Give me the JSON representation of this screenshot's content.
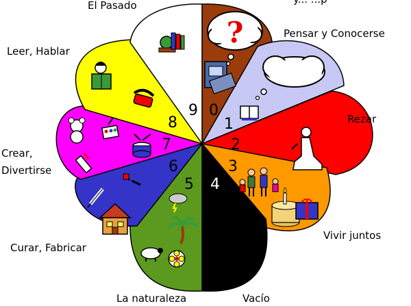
{
  "labels": {
    "pasado": "El Pasado",
    "top_right_cut": "y... ...p",
    "pensar": "Pensar y Conocerse",
    "rezar": "Rezar",
    "leer": "Leer, Hablar",
    "crear_1": "Crear,",
    "crear_2": "Divertirse",
    "curar": "Curar, Fabricar",
    "vivir": "Vivir juntos",
    "naturaleza": "La naturaleza",
    "vacio": "Vacío"
  },
  "segments": [
    {
      "number": "0",
      "color": "#9a3c0c"
    },
    {
      "number": "1",
      "color": "#c8c8f4"
    },
    {
      "number": "2",
      "color": "#ff0000"
    },
    {
      "number": "3",
      "color": "#ff9900"
    },
    {
      "number": "4",
      "color": "#000000"
    },
    {
      "number": "5",
      "color": "#5b9a1e"
    },
    {
      "number": "6",
      "color": "#3434c8"
    },
    {
      "number": "7",
      "color": "#ff00ff"
    },
    {
      "number": "8",
      "color": "#ffff00"
    },
    {
      "number": "9",
      "color": "#ffffff"
    }
  ],
  "icons": {
    "question_mark": "?"
  }
}
